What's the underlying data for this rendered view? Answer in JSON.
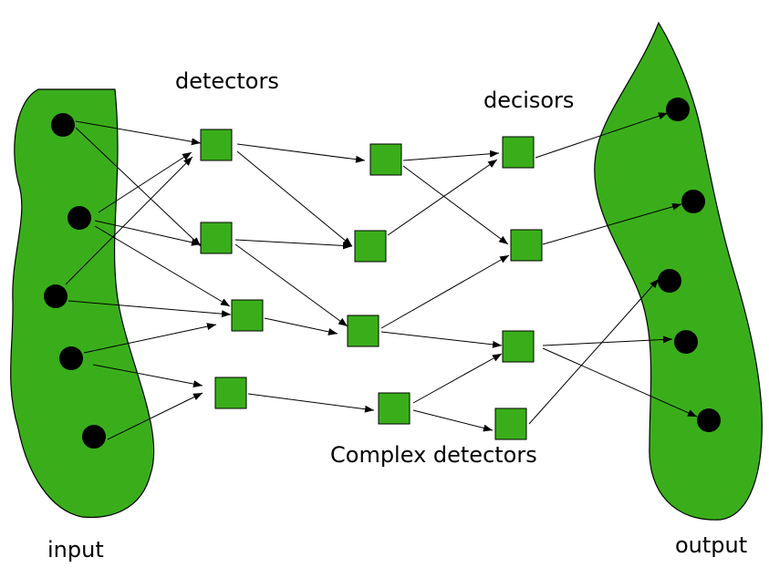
{
  "labels": {
    "detectors": "detectors",
    "decisors": "decisors",
    "complex_detectors": "Complex detectors",
    "input": "input",
    "output": "output"
  },
  "colors": {
    "fill_green": "#3aae1a",
    "stroke": "#000000",
    "node": "#000000"
  }
}
